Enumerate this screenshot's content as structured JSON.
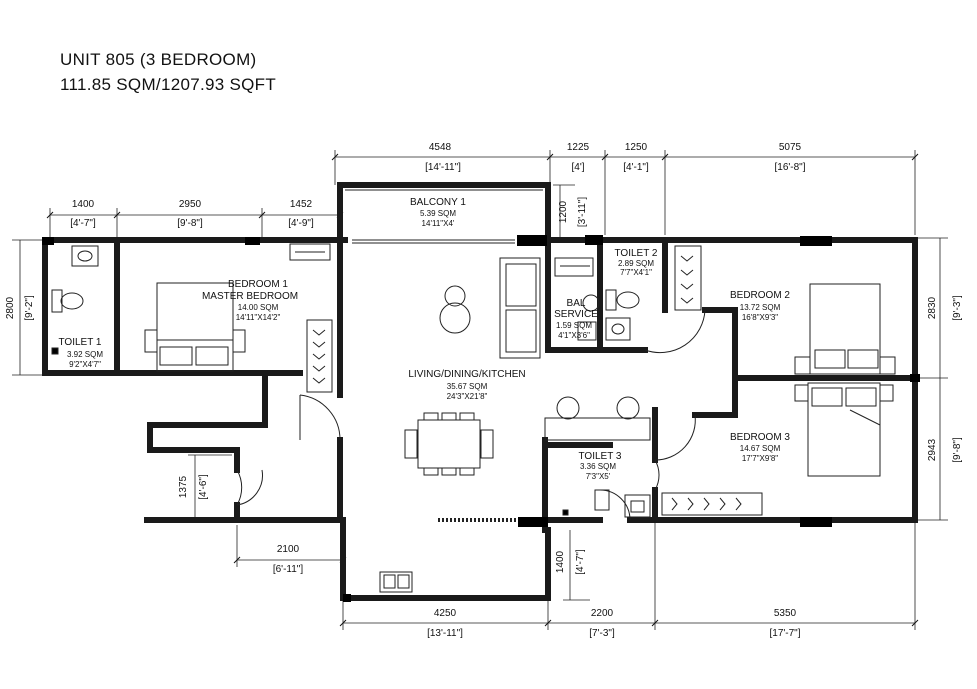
{
  "header": {
    "unit": "UNIT 805 (3 BEDROOM)",
    "area": "111.85 SQM/1207.93 SQFT"
  },
  "rooms": {
    "balcony": {
      "name": "BALCONY 1",
      "sqm": "5.39 SQM",
      "size": "14'11\"X4'"
    },
    "bedroom1": {
      "name": "BEDROOM 1",
      "sub": "MASTER BEDROOM",
      "sqm": "14.00 SQM",
      "size": "14'11\"X14'2\""
    },
    "toilet1": {
      "name": "TOILET 1",
      "sqm": "3.92 SQM",
      "size": "9'2\"X4'7\""
    },
    "living": {
      "name": "LIVING/DINING/KITCHEN",
      "sqm": "35.67 SQM",
      "size": "24'3\"X21'8\""
    },
    "bal_service": {
      "name": "BAL",
      "sub": "SERVICE",
      "sqm": "1.59 SQM",
      "size": "4'1\"X3'6\""
    },
    "toilet2": {
      "name": "TOILET 2",
      "sqm": "2.89 SQM",
      "size": "7'7\"X4'1\""
    },
    "bedroom2": {
      "name": "BEDROOM 2",
      "sqm": "13.72 SQM",
      "size": "16'8\"X9'3\""
    },
    "bedroom3": {
      "name": "BEDROOM 3",
      "sqm": "14.67 SQM",
      "size": "17'7\"X9'8\""
    },
    "toilet3": {
      "name": "TOILET 3",
      "sqm": "3.36 SQM",
      "size": "7'3\"X5'"
    }
  },
  "dimensions": {
    "top_4548": {
      "mm": "4548",
      "ft": "[14'-11\"]"
    },
    "top_1225": {
      "mm": "1225",
      "ft": "[4']"
    },
    "top_1250": {
      "mm": "1250",
      "ft": "[4'-1\"]"
    },
    "top_5075": {
      "mm": "5075",
      "ft": "[16'-8\"]"
    },
    "mid_1400": {
      "mm": "1400",
      "ft": "[4'-7\"]"
    },
    "mid_2950": {
      "mm": "2950",
      "ft": "[9'-8\"]"
    },
    "mid_1452": {
      "mm": "1452",
      "ft": "[4'-9\"]"
    },
    "v_1200": {
      "mm": "1200",
      "ft": "[3'-11\"]"
    },
    "left_2800": {
      "mm": "2800",
      "ft": "[9'-2\"]"
    },
    "right_2830": {
      "mm": "2830",
      "ft": "[9'-3\"]"
    },
    "right_2943": {
      "mm": "2943",
      "ft": "[9'-8\"]"
    },
    "v_1375": {
      "mm": "1375",
      "ft": "[4'-6\"]"
    },
    "h_2100": {
      "mm": "2100",
      "ft": "[6'-11\"]"
    },
    "v_1400": {
      "mm": "1400",
      "ft": "[4'-7\"]"
    },
    "bot_4250": {
      "mm": "4250",
      "ft": "[13'-11\"]"
    },
    "bot_2200": {
      "mm": "2200",
      "ft": "[7'-3\"]"
    },
    "bot_5350": {
      "mm": "5350",
      "ft": "[17'-7\"]"
    }
  },
  "colors": {
    "wall": "#1a1a1a",
    "line": "#222222",
    "column": "#000000"
  }
}
